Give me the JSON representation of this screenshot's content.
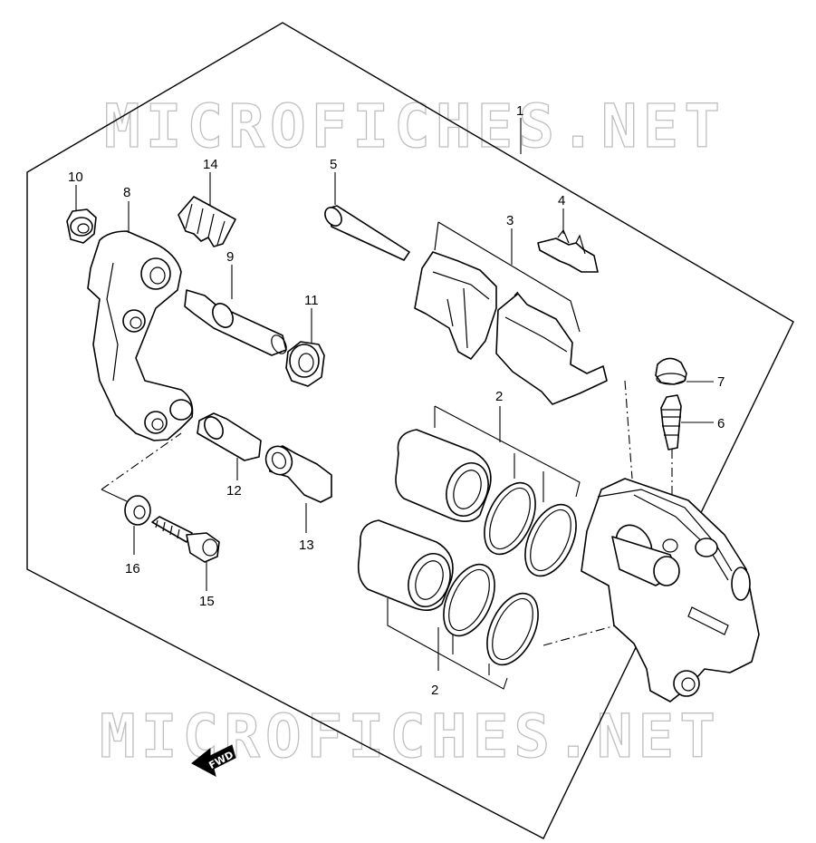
{
  "watermark": {
    "top": "MICROFICHES.NET",
    "bottom": "MICROFICHES.NET"
  },
  "direction_badge": "FWD",
  "callouts": {
    "c1": "1",
    "c2a": "2",
    "c2b": "2",
    "c3": "3",
    "c4": "4",
    "c5": "5",
    "c6": "6",
    "c7": "7",
    "c8": "8",
    "c9": "9",
    "c10": "10",
    "c11": "11",
    "c12": "12",
    "c13": "13",
    "c14": "14",
    "c15": "15",
    "c16": "16"
  }
}
